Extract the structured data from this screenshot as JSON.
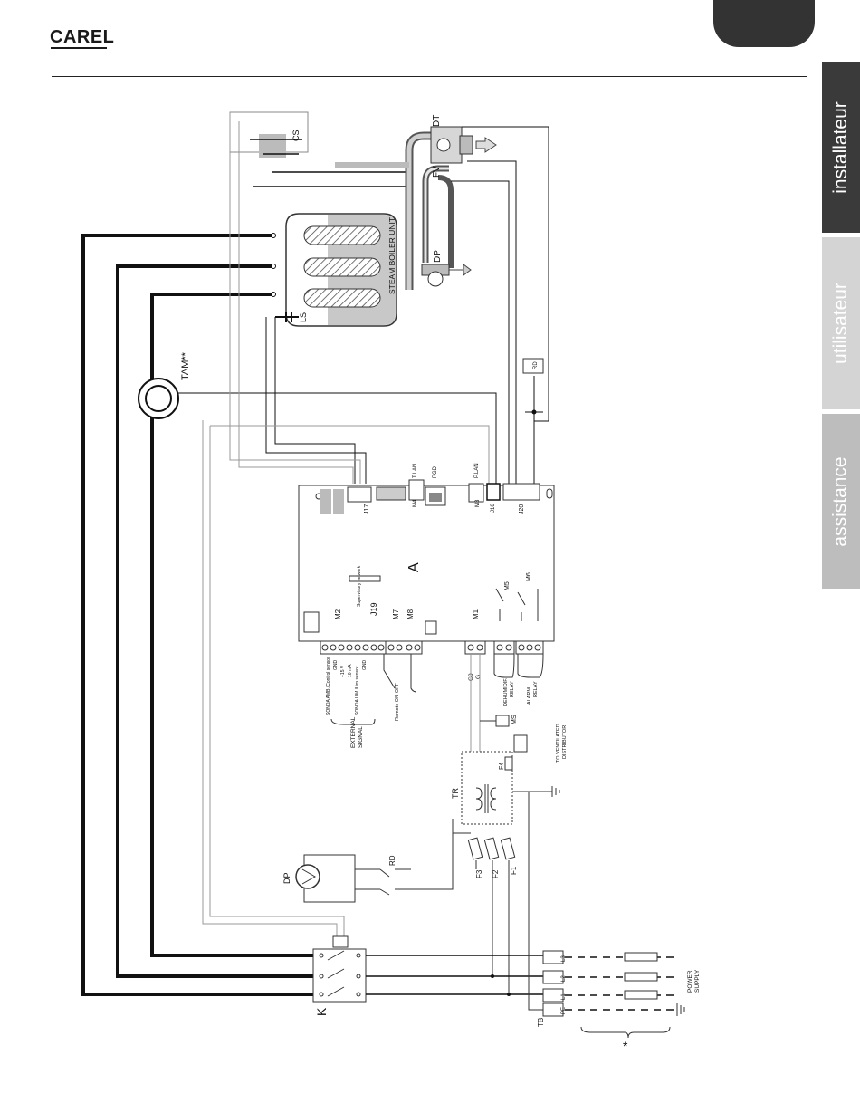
{
  "header": {
    "logo_text": "CAREL"
  },
  "side_tabs": [
    "installateur",
    "utilisateur",
    "assistance"
  ],
  "diagram": {
    "components": {
      "boiler": "STEAM BOILER UNIT",
      "tam": "TAM**",
      "cs": "CS",
      "dt": "DT",
      "fv": "FV",
      "dp_top": "DP",
      "ls": "LS",
      "board": "A",
      "k": "K",
      "tr": "TR",
      "tb": "TB",
      "dp_pump": "DP",
      "rd_relay": "RD",
      "rd_box": "RD",
      "f1": "F1",
      "f2": "F2",
      "f3": "F3",
      "f4": "F4",
      "ms": "MS",
      "star": "*"
    },
    "connectors": {
      "j17": "J17",
      "j16": "J16",
      "j20": "J20",
      "j19": "J19",
      "m2": "M2",
      "m7": "M7",
      "m8": "M8",
      "m1": "M1",
      "m3": "M3",
      "m4": "M4",
      "m5": "M5",
      "m6": "M6",
      "tlan": "T.LAN",
      "pgd": "PGD",
      "plan": "P.LAN",
      "supervisory": "Supervisory network"
    },
    "terminals": {
      "l1": "L1",
      "l2": "L2",
      "l3": "L3",
      "pe": "PE",
      "g0": "G0",
      "g": "G"
    },
    "notes": {
      "sonda_amb": "SONDA AMB./Control sensor",
      "gnd": "GND",
      "v15": "+15 V",
      "ma": "10 mA",
      "sonda_lim": "SONDA LIM./Lim.sensor",
      "gnd2": "GND",
      "external_signal_1": "EXTERNAL",
      "external_signal_2": "SIGNAL",
      "remote_onoff": "Remote ON-OFF",
      "dehumid_1": "DEHUMIDIF.",
      "dehumid_2": "RELAY",
      "alarm_1": "ALARM",
      "alarm_2": "RELAY",
      "to_ventilated_1": "TO VENTILATED",
      "to_ventilated_2": "DISTRIBUTOR",
      "power_supply_1": "POWER",
      "power_supply_2": "SUPPLY"
    }
  }
}
